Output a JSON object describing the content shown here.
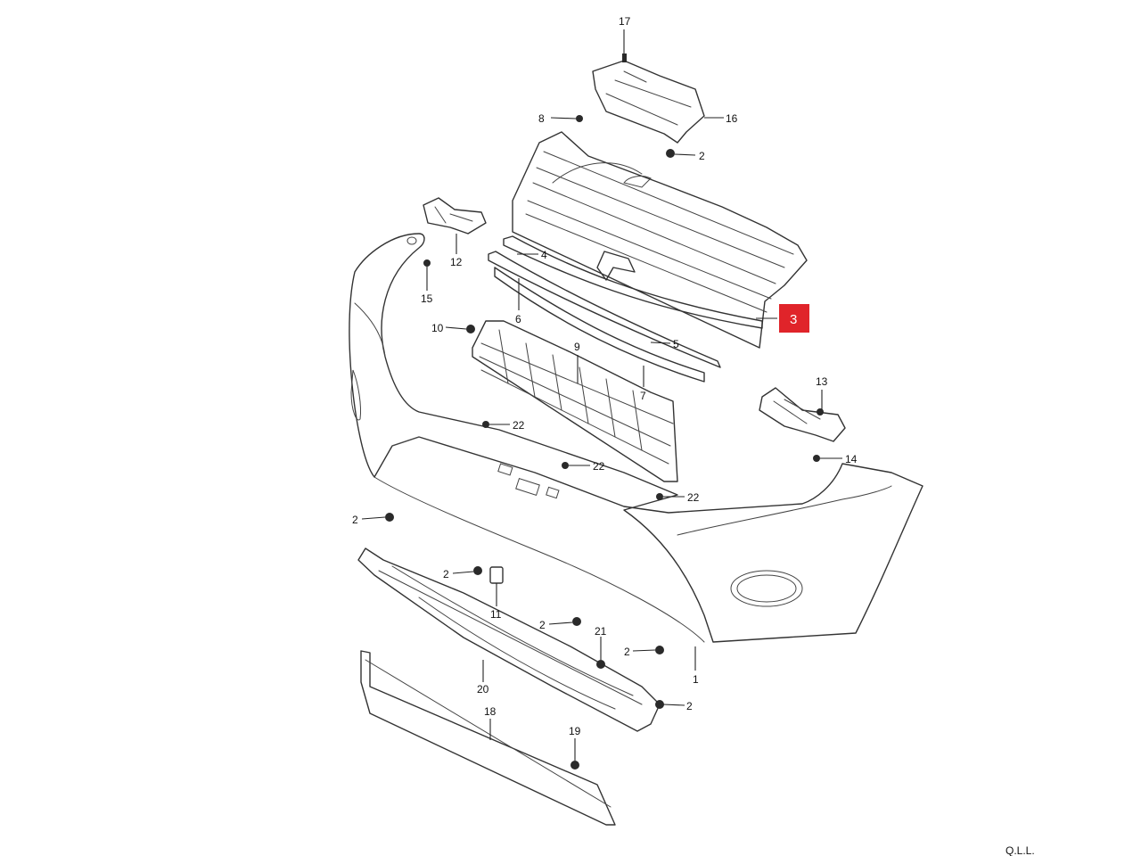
{
  "diagram": {
    "highlighted_part": "3",
    "highlight_color": "#e0242a",
    "footer_text": "Q.L.L.",
    "callouts": [
      {
        "id": "p17",
        "label": "17"
      },
      {
        "id": "p16",
        "label": "16"
      },
      {
        "id": "p8",
        "label": "8"
      },
      {
        "id": "p2a",
        "label": "2"
      },
      {
        "id": "p12",
        "label": "12"
      },
      {
        "id": "p15",
        "label": "15"
      },
      {
        "id": "p4",
        "label": "4"
      },
      {
        "id": "p6",
        "label": "6"
      },
      {
        "id": "p10",
        "label": "10"
      },
      {
        "id": "p9",
        "label": "9"
      },
      {
        "id": "p5",
        "label": "5"
      },
      {
        "id": "p7",
        "label": "7"
      },
      {
        "id": "p13",
        "label": "13"
      },
      {
        "id": "p14",
        "label": "14"
      },
      {
        "id": "p22a",
        "label": "22"
      },
      {
        "id": "p22b",
        "label": "22"
      },
      {
        "id": "p22c",
        "label": "22"
      },
      {
        "id": "p2b",
        "label": "2"
      },
      {
        "id": "p2c",
        "label": "2"
      },
      {
        "id": "p11",
        "label": "11"
      },
      {
        "id": "p2d",
        "label": "2"
      },
      {
        "id": "p21",
        "label": "21"
      },
      {
        "id": "p2e",
        "label": "2"
      },
      {
        "id": "p1",
        "label": "1"
      },
      {
        "id": "p20",
        "label": "20"
      },
      {
        "id": "p2f",
        "label": "2"
      },
      {
        "id": "p18",
        "label": "18"
      },
      {
        "id": "p19",
        "label": "19"
      }
    ]
  }
}
